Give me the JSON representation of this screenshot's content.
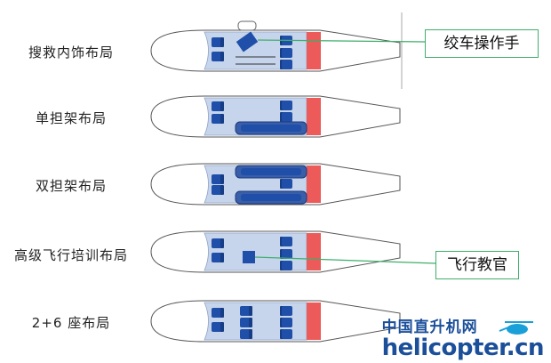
{
  "layouts": [
    {
      "label": "搜救内饰布局"
    },
    {
      "label": "单担架布局"
    },
    {
      "label": "双担架布局"
    },
    {
      "label": "高级飞行培训布局"
    },
    {
      "label": "2+6 座布局"
    }
  ],
  "callouts": {
    "winch_operator": "绞车操作手",
    "flight_instructor": "飞行教官"
  },
  "watermark": {
    "cn": "中国直升机网",
    "en": "helicopter.cn"
  },
  "colors": {
    "seat": "#1f4fa8",
    "interior": "#c6d5ec",
    "red_panel": "#ec5a5a",
    "callout_line": "#3fae6c"
  }
}
